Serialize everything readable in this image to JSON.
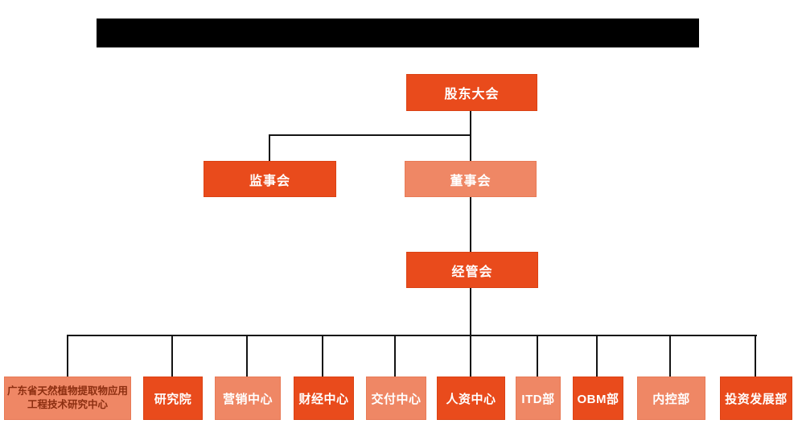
{
  "colors": {
    "background": "#FFFFFF",
    "title_bar": "#000000",
    "primary": "#E94B1C",
    "secondary": "#EF8765",
    "node_text": "#FFFFFF",
    "research_center_text": "#8C2E10",
    "line": "#141414"
  },
  "org_chart": {
    "nodes": {
      "shareholders": {
        "label": "股东大会",
        "tone": "primary"
      },
      "supervisory": {
        "label": "监事会",
        "tone": "primary"
      },
      "board": {
        "label": "董事会",
        "tone": "secondary"
      },
      "management": {
        "label": "经管会",
        "tone": "primary"
      },
      "departments": [
        {
          "label": "广东省天然植物提取物应用工程技术研究中心",
          "tone": "secondary"
        },
        {
          "label": "研究院",
          "tone": "primary"
        },
        {
          "label": "营销中心",
          "tone": "secondary"
        },
        {
          "label": "财经中心",
          "tone": "primary"
        },
        {
          "label": "交付中心",
          "tone": "secondary"
        },
        {
          "label": "人资中心",
          "tone": "primary"
        },
        {
          "label": "ITD部",
          "tone": "secondary"
        },
        {
          "label": "OBM部",
          "tone": "primary"
        },
        {
          "label": "内控部",
          "tone": "secondary"
        },
        {
          "label": "投资发展部",
          "tone": "primary"
        }
      ]
    },
    "hierarchy": [
      "股东大会 → 监事会",
      "股东大会 → 董事会",
      "董事会 → 经管会",
      "经管会 → 10个下属部门"
    ]
  }
}
